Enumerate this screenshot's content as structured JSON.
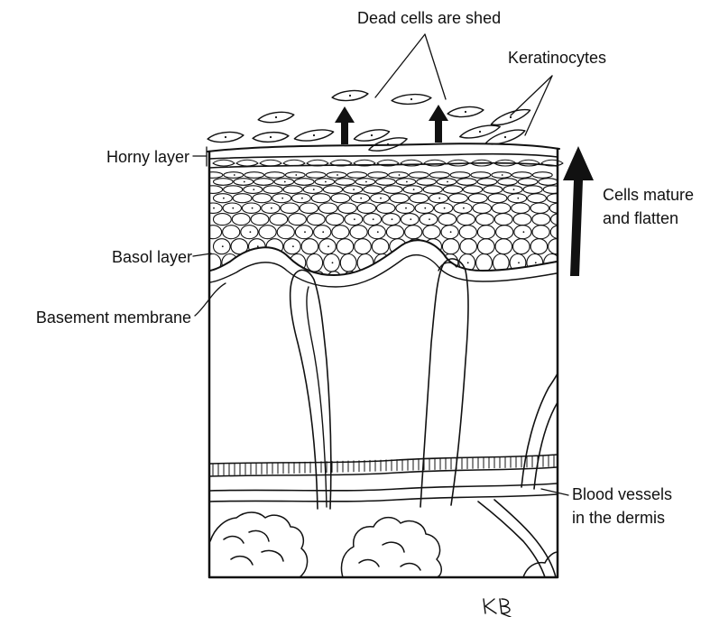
{
  "labels": {
    "dead_cells": "Dead cells are shed",
    "keratinocytes": "Keratinocytes",
    "horny_layer": "Horny layer",
    "basal_layer": "Basol layer",
    "basement_membrane": "Basement membrane",
    "cells_mature_line1": "Cells mature",
    "cells_mature_line2": "and flatten",
    "blood_vessels_line1": "Blood vessels",
    "blood_vessels_line2": "in the dermis"
  },
  "signature": "KB",
  "colors": {
    "ink": "#111111",
    "background": "#ffffff"
  }
}
